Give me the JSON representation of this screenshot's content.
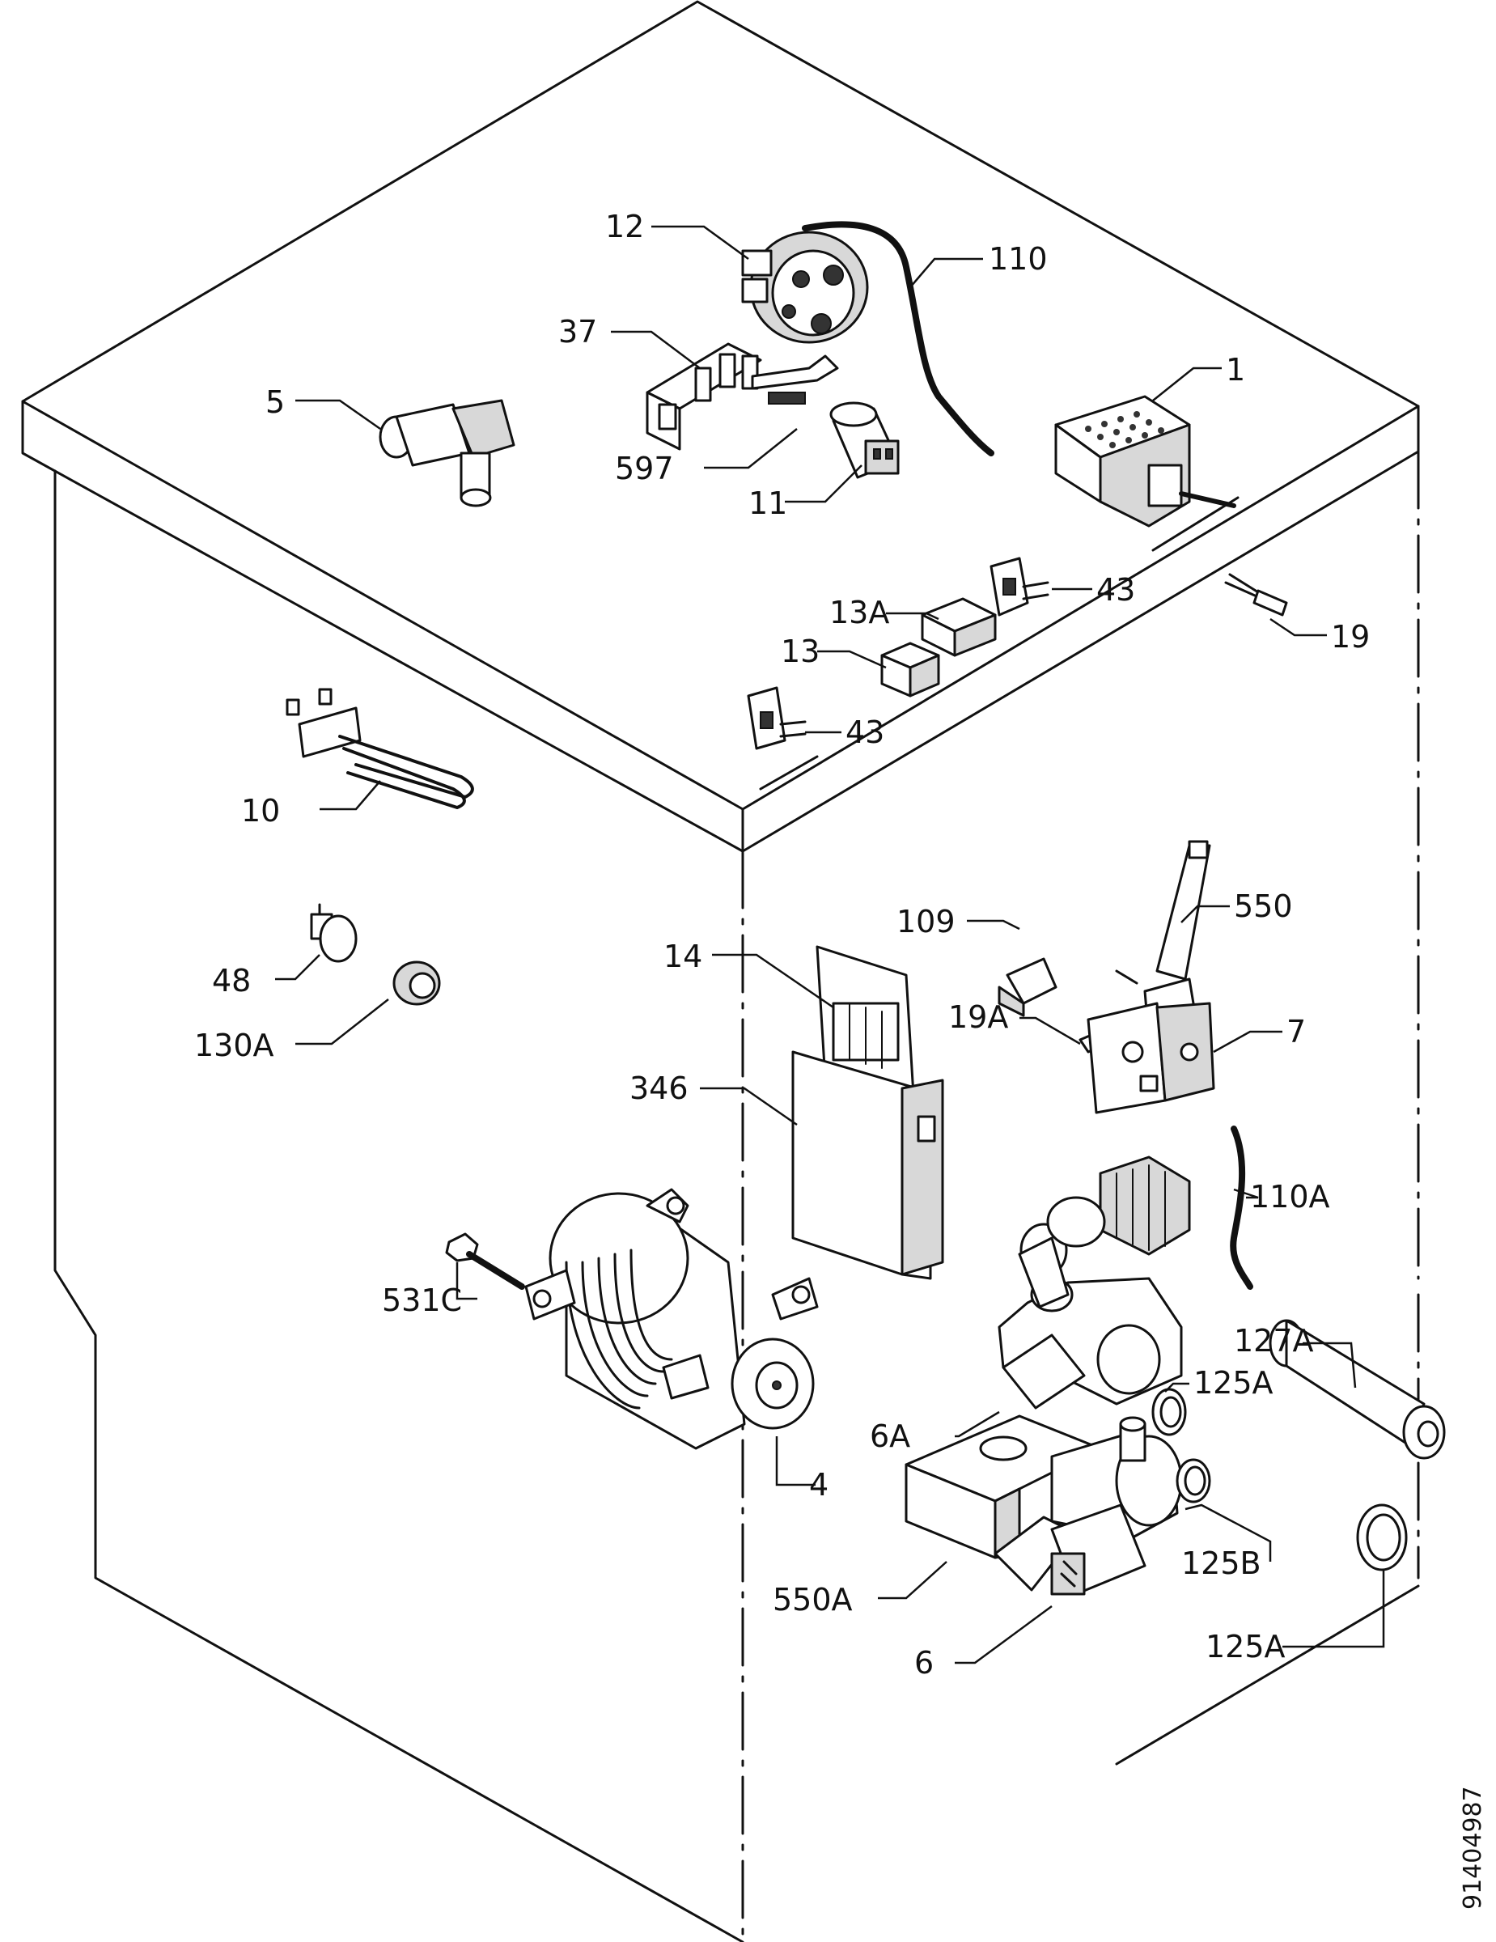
{
  "diagram": {
    "callouts": [
      "1",
      "4",
      "5",
      "6",
      "6A",
      "7",
      "10",
      "11",
      "12",
      "13",
      "13A",
      "14",
      "19",
      "19A",
      "37",
      "43",
      "48",
      "109",
      "110",
      "110A",
      "125A",
      "125B",
      "127A",
      "130A",
      "346",
      "531C",
      "550",
      "550A",
      "597"
    ],
    "labels": {
      "l1": "1",
      "l4": "4",
      "l5": "5",
      "l6": "6",
      "l6A": "6A",
      "l7": "7",
      "l10": "10",
      "l11": "11",
      "l12": "12",
      "l13": "13",
      "l13A": "13A",
      "l14": "14",
      "l19": "19",
      "l19A": "19A",
      "l37": "37",
      "l43a": "43",
      "l43b": "43",
      "l48": "48",
      "l109": "109",
      "l110": "110",
      "l110A": "110A",
      "l125A_a": "125A",
      "l125A_b": "125A",
      "l125B": "125B",
      "l127A": "127A",
      "l130A": "130A",
      "l346": "346",
      "l531C": "531C",
      "l550": "550",
      "l550A": "550A",
      "l597": "597"
    },
    "drawing_code": "91404987"
  }
}
